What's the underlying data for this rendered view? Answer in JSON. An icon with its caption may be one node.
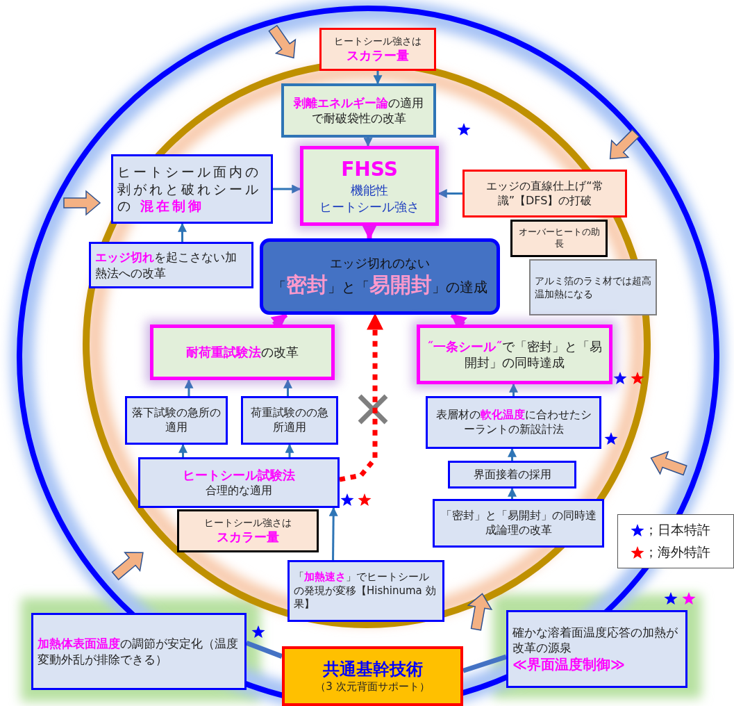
{
  "diagram": {
    "nodes": [
      {
        "text": [
          "ヒートシール強さは",
          "スカラー量"
        ]
      },
      {
        "text": [
          "**剥離エネルギー論**の適用で耐破袋性の改革"
        ]
      },
      {
        "text": [
          "FHSS",
          "機能性",
          "ヒートシール強さ"
        ]
      },
      {
        "text": [
          "ヒートシール面内の剥がれと破れシールの **混在制御**"
        ]
      },
      {
        "text": [
          "エッジの直線仕上げ“常識”【DFS】の打破"
        ]
      },
      {
        "text": [
          "オーバーヒートの助長"
        ]
      },
      {
        "text": [
          "アルミ箔のラミ材では超高温加熱になる"
        ]
      },
      {
        "text": [
          "**エッジ切れ**を起こさない加熱法への改革"
        ]
      },
      {
        "text": [
          "エッジ切れのない",
          "「**密封**」と「**易開封**」の達成"
        ]
      },
      {
        "text": [
          "**耐荷重試験法**の改革"
        ]
      },
      {
        "text": [
          "**˝一条シール˝**で「密封」と「易開封」の同時達成"
        ]
      },
      {
        "text": [
          "落下試験の急所の適用"
        ]
      },
      {
        "text": [
          "荷重試験のの急所適用"
        ]
      },
      {
        "text": [
          "表層材の**軟化温度**に合わせたシーラントの新設計法"
        ]
      },
      {
        "text": [
          "ヒートシール試験法",
          "合理的な適用"
        ]
      },
      {
        "text": [
          "界面接着の採用"
        ]
      },
      {
        "text": [
          "ヒートシール強さは",
          "スカラー量"
        ]
      },
      {
        "text": [
          "「密封」と「易開封」の同時達成論理の改革"
        ]
      },
      {
        "text": [
          "「**加熱速さ**」でヒートシールの発現が変移【Hishinuma 効果】"
        ]
      },
      {
        "text": [
          "**加熱体表面温度**の調節が安定化（温度変動外乱が排除できる）"
        ]
      },
      {
        "text": [
          "共通基幹技術",
          "（3 次元背面サポート）"
        ]
      },
      {
        "text": [
          "確かな溶着面温度応答の加熱が改革の源泉",
          "≪界面温度制御≫"
        ]
      }
    ],
    "edges": [
      {
        "from": 0,
        "to": 1,
        "arrow": "to"
      },
      {
        "from": 1,
        "to": 2,
        "arrow": "to"
      },
      {
        "from": 3,
        "to": 2,
        "arrow": "to"
      },
      {
        "from": 4,
        "to": 2,
        "arrow": "to"
      },
      {
        "from": 2,
        "to": 8,
        "arrow": "to",
        "style": "thick",
        "color": "#ff00ff"
      },
      {
        "from": 7,
        "to": 3,
        "arrow": "to"
      },
      {
        "from": 9,
        "to": 8,
        "arrow": "to",
        "style": "thick",
        "color": "#ff00ff"
      },
      {
        "from": 10,
        "to": 8,
        "arrow": "to",
        "style": "thick",
        "color": "#ff00ff"
      },
      {
        "from": 11,
        "to": 9,
        "arrow": "to"
      },
      {
        "from": 12,
        "to": 9,
        "arrow": "to"
      },
      {
        "from": 14,
        "to": 11,
        "arrow": "to"
      },
      {
        "from": 14,
        "to": 12,
        "arrow": "to"
      },
      {
        "from": 13,
        "to": 10,
        "arrow": "to"
      },
      {
        "from": 15,
        "to": 13,
        "arrow": "to"
      },
      {
        "from": 17,
        "to": 15,
        "arrow": "to"
      },
      {
        "from": 18,
        "to": 14,
        "arrow": "to"
      },
      {
        "from": 14,
        "to": 8,
        "arrow": "to",
        "style": "dashed",
        "color": "#ff0000"
      },
      {
        "from": 20,
        "to": 19,
        "arrow": "none",
        "style": "thick",
        "color": "#4472c4"
      },
      {
        "from": 20,
        "to": 21,
        "arrow": "none",
        "style": "thick",
        "color": "#4472c4"
      }
    ],
    "legend": [
      {
        "text": "；日本特許"
      },
      {
        "text": "；海外特許"
      }
    ]
  }
}
